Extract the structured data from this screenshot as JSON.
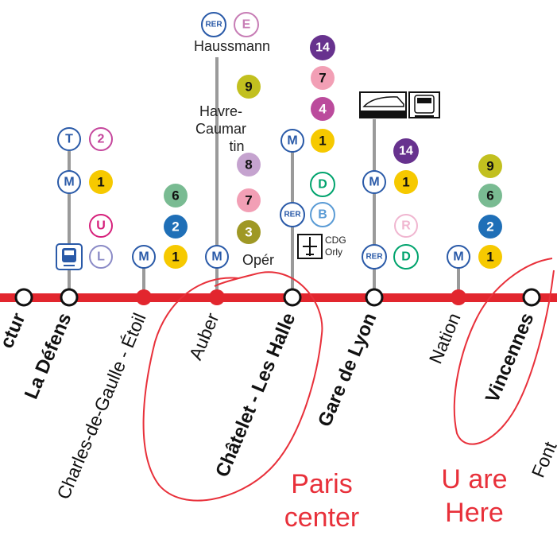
{
  "line_color": "#e2262e",
  "annotation_color": "#e8303a",
  "stations": [
    {
      "name": "ctur",
      "style": "bold",
      "kind": "open"
    },
    {
      "name": "La Défens",
      "style": "bold",
      "kind": "open"
    },
    {
      "name": "Charles-de-Gaulle - Étoil",
      "style": "regular",
      "kind": "filled"
    },
    {
      "name": "Auber",
      "style": "regular",
      "kind": "filled"
    },
    {
      "name": "Châtelet - Les Halle",
      "style": "bold",
      "kind": "open"
    },
    {
      "name": "Gare de Lyon",
      "style": "bold",
      "kind": "open"
    },
    {
      "name": "Nation",
      "style": "regular",
      "kind": "filled"
    },
    {
      "name": "Vincennes",
      "style": "bold",
      "kind": "open"
    },
    {
      "name": "Font",
      "style": "regular",
      "kind": "none"
    }
  ],
  "badges": {
    "ladefense": {
      "t": {
        "label": "T",
        "icon": "tram-mode-icon",
        "color": "#2a5aa8"
      },
      "t2": {
        "label": "2",
        "color": "#c5469c"
      },
      "m": {
        "label": "M",
        "icon": "metro-mode-icon",
        "color": "#2a5aa8"
      },
      "m1": {
        "label": "1",
        "color": "#f6c900"
      },
      "u": {
        "label": "U",
        "color": "#d6207b"
      },
      "l": {
        "label": "L",
        "color": "#8a8ac6"
      },
      "train_icon": "transilien-train-icon"
    },
    "etoile": {
      "m": {
        "label": "M",
        "color": "#2a5aa8"
      },
      "m6": {
        "label": "6",
        "color": "#79bb92"
      },
      "m2": {
        "label": "2",
        "color": "#1f6fb7"
      },
      "m1": {
        "label": "1",
        "color": "#f6c900"
      }
    },
    "auber": {
      "rer": {
        "label": "RER",
        "color": "#2a5aa8"
      },
      "e": {
        "label": "E",
        "color": "#c77db5"
      },
      "haussmann": "Haussmann",
      "m9": {
        "label": "9",
        "color": "#c2c01f"
      },
      "havre": [
        "Havre-",
        "Caumar",
        "tin"
      ],
      "m8": {
        "label": "8",
        "color": "#c5a3cf"
      },
      "m7": {
        "label": "7",
        "color": "#f29fb5"
      },
      "m3": {
        "label": "3",
        "color": "#9f9825"
      },
      "m": {
        "label": "M",
        "color": "#2a5aa8"
      },
      "opera": "Opér"
    },
    "chatelet": {
      "m14": {
        "label": "14",
        "color": "#67328e"
      },
      "m7": {
        "label": "7",
        "color": "#f29fb5"
      },
      "m4": {
        "label": "4",
        "color": "#bb4b9c"
      },
      "m1": {
        "label": "1",
        "color": "#f6c900"
      },
      "m": {
        "label": "M",
        "color": "#2a5aa8"
      },
      "d": {
        "label": "D",
        "color": "#00a36d"
      },
      "rer": {
        "label": "RER",
        "color": "#2a5aa8"
      },
      "b": {
        "label": "B",
        "color": "#5a9bd5"
      },
      "airport": [
        "CDG",
        "Orly"
      ]
    },
    "gare_de_lyon": {
      "tgv_icon": "high-speed-train-icon",
      "ter_icon": "regional-train-icon",
      "m": {
        "label": "M",
        "color": "#2a5aa8"
      },
      "m14": {
        "label": "14",
        "color": "#67328e"
      },
      "m1": {
        "label": "1",
        "color": "#f6c900"
      },
      "r": {
        "label": "R",
        "color": "#f0b6d0"
      },
      "rer": {
        "label": "RER",
        "color": "#2a5aa8"
      },
      "d": {
        "label": "D",
        "color": "#00a36d"
      }
    },
    "nation": {
      "m9": {
        "label": "9",
        "color": "#c2c01f"
      },
      "m6": {
        "label": "6",
        "color": "#79bb92"
      },
      "m2": {
        "label": "2",
        "color": "#1f6fb7"
      },
      "m": {
        "label": "M",
        "color": "#2a5aa8"
      },
      "m1": {
        "label": "1",
        "color": "#f6c900"
      }
    }
  },
  "annotations": {
    "paris_center": [
      "Paris",
      "center"
    ],
    "you_are_here": [
      "U are",
      "Here"
    ]
  }
}
